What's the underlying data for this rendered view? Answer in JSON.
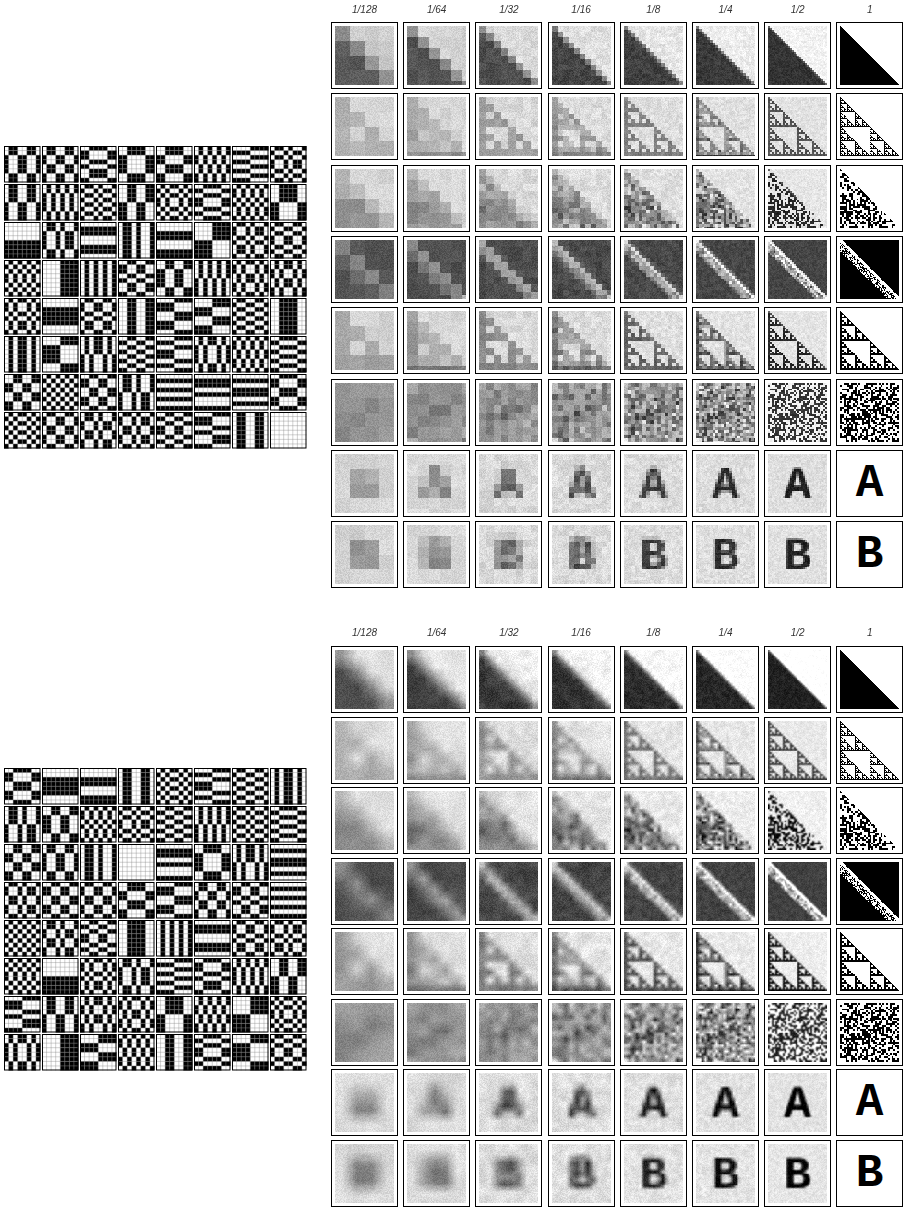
{
  "diagram": {
    "labels": [
      "1/128",
      "1/64",
      "1/32",
      "1/16",
      "1/8",
      "1/4",
      "1/2",
      "1",
      "A",
      "B",
      "1/128",
      "1/64",
      "1/32",
      "1/16",
      "1/8",
      "1/4",
      "1/2",
      "1",
      "A",
      "B"
    ]
  }
}
